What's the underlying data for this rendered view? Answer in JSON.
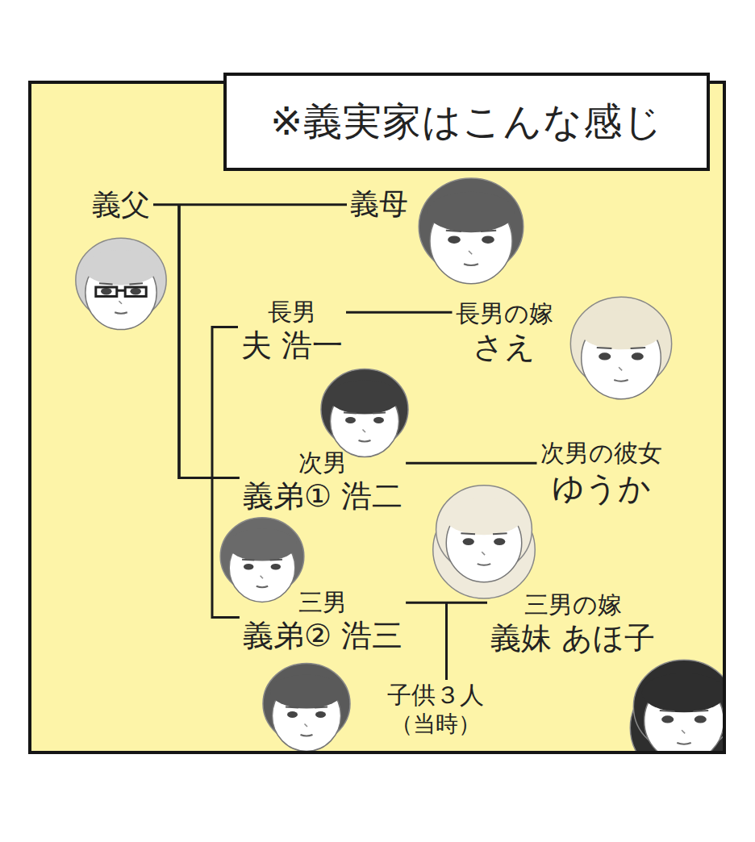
{
  "diagram": {
    "title": "※義実家はこんな感じ",
    "nodes": [
      {
        "text": [
          "義父"
        ]
      },
      {
        "text": [
          "義母"
        ]
      },
      {
        "text": [
          "長男",
          "夫 浩一"
        ]
      },
      {
        "text": [
          "長男の嫁",
          "さえ"
        ]
      },
      {
        "text": [
          "次男",
          "義弟① 浩二"
        ]
      },
      {
        "text": [
          "次男の彼女",
          "ゆうか"
        ]
      },
      {
        "text": [
          "三男",
          "義弟② 浩三"
        ]
      },
      {
        "text": [
          "三男の嫁",
          "義妹 あほ子"
        ]
      },
      {
        "text": [
          "子供３人",
          "（当時）"
        ]
      }
    ],
    "edges": [
      {
        "from": 0,
        "to": 1,
        "arrow": "none"
      },
      {
        "from": 0,
        "to": 2,
        "arrow": "none"
      },
      {
        "from": 0,
        "to": 4,
        "arrow": "none"
      },
      {
        "from": 0,
        "to": 6,
        "arrow": "none"
      },
      {
        "from": 2,
        "to": 3,
        "arrow": "none"
      },
      {
        "from": 4,
        "to": 5,
        "arrow": "none"
      },
      {
        "from": 6,
        "to": 7,
        "arrow": "none"
      },
      {
        "from": 6,
        "to": 8,
        "arrow": "none"
      },
      {
        "from": 7,
        "to": 8,
        "arrow": "none"
      }
    ]
  }
}
